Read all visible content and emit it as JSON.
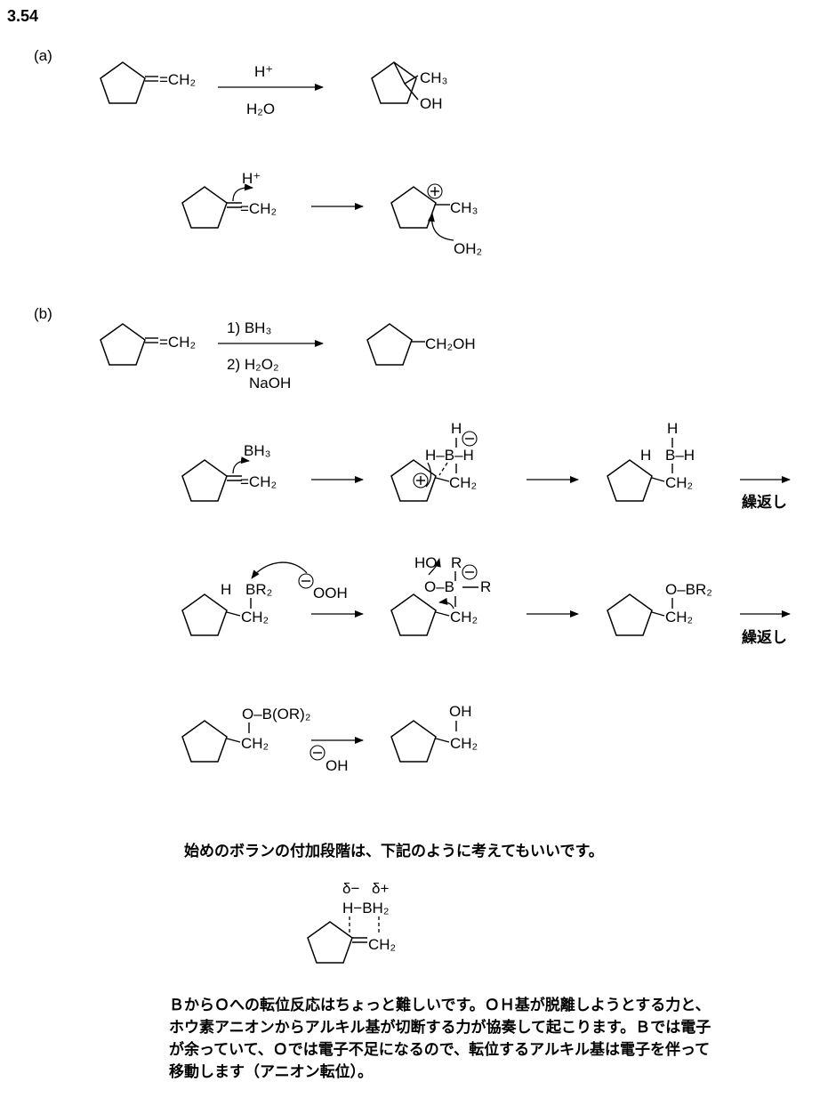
{
  "problem": {
    "number": "3.54"
  },
  "part_a": {
    "label": "(a)",
    "reaction": {
      "reactant_group": "=CH₂",
      "reagent_above": "H⁺",
      "reagent_below": "H₂O",
      "product_groups": [
        "CH₃",
        "OH"
      ]
    },
    "mechanism": {
      "proton": "H⁺",
      "reactant_group": "=CH₂",
      "cation_group": "CH₃",
      "water": "OH₂"
    }
  },
  "part_b": {
    "label": "(b)",
    "reaction": {
      "reactant_group": "=CH₂",
      "step1": "1) BH₃",
      "step2": "2) H₂O₂",
      "step2b": "NaOH",
      "product_group": "CH₂OH"
    },
    "row1": {
      "borane": "BH₃",
      "reactant_group": "=CH₂",
      "ts_top_h": "H",
      "ts_b": "H–B–H",
      "ts_ch2": "CH₂",
      "prod_top_h": "H",
      "prod_left_h": "H",
      "prod_b": "B–H",
      "prod_ch2": "CH₂",
      "repeat": "繰返し"
    },
    "row2": {
      "h": "H",
      "br2": "BR₂",
      "ch2": "CH₂",
      "peroxide": "OOH",
      "ho": "HO",
      "r_top": "R",
      "o_b": "O–B",
      "r_right": "R",
      "ch2_mid": "CH₂",
      "prod_obr2": "O–BR₂",
      "prod_ch2": "CH₂",
      "repeat": "繰返し"
    },
    "row3": {
      "borate": "O–B(OR)₂",
      "ch2": "CH₂",
      "hydroxide": "OH",
      "prod_oh": "OH",
      "prod_ch2": "CH₂"
    }
  },
  "borane_note": {
    "text": "始めのボランの付加段階は、下記のように考えてもいいです。",
    "delta_minus": "δ−",
    "delta_plus": "δ+",
    "h_bh2": "H−BH₂",
    "ch2": "CH₂"
  },
  "explanation": {
    "lines": [
      "ＢからＯへの転位反応はちょっと難しいです。ＯＨ基が脱離しようとする力と、",
      "ホウ素アニオンからアルキル基が切断する力が協奏して起こります。Ｂでは電子",
      "が余っていて、Ｏでは電子不足になるので、転位するアルキル基は電子を伴って",
      "移動します（アニオン転位）。"
    ]
  }
}
